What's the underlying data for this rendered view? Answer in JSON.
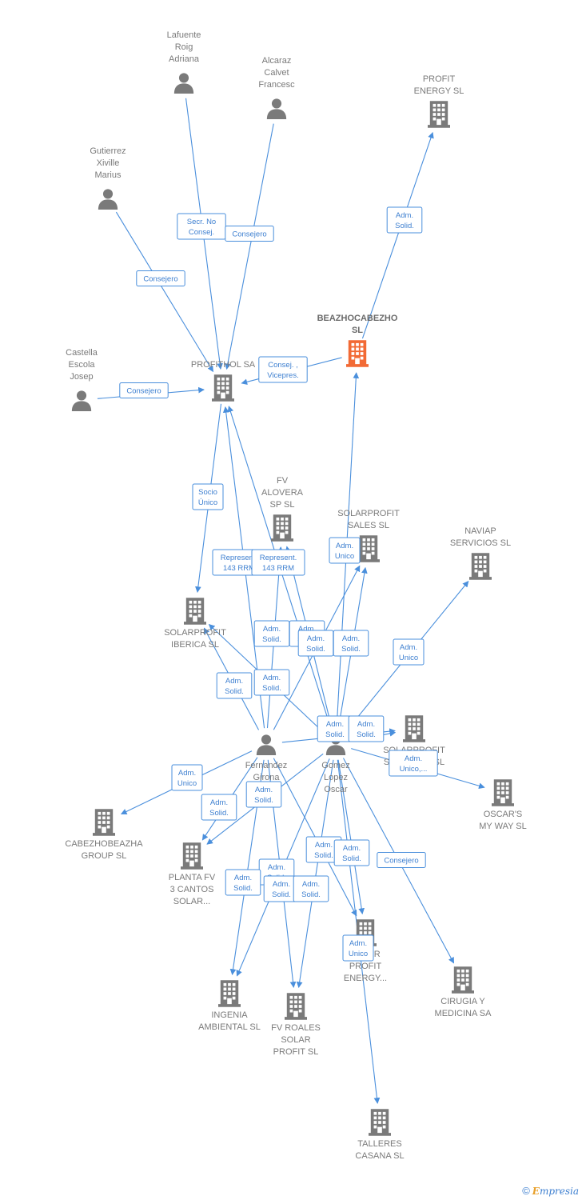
{
  "colors": {
    "edge": "#4a8fdc",
    "node": "#7a7a7a",
    "focus": "#f26a35",
    "label": "#3d7fd0"
  },
  "nodes": [
    {
      "id": "lafuente",
      "kind": "person",
      "lines": [
        "Lafuente",
        "Roig",
        "Adriana"
      ]
    },
    {
      "id": "alcaraz",
      "kind": "person",
      "lines": [
        "Alcaraz",
        "Calvet",
        "Francesc"
      ]
    },
    {
      "id": "gutierrez",
      "kind": "person",
      "lines": [
        "Gutierrez",
        "Xiville",
        "Marius"
      ]
    },
    {
      "id": "castella",
      "kind": "person",
      "lines": [
        "Castella",
        "Escola",
        "Josep"
      ]
    },
    {
      "id": "fernandez",
      "kind": "person",
      "lines": [
        "Fernandez",
        "Girona"
      ]
    },
    {
      "id": "gomez",
      "kind": "person",
      "lines": [
        "Gomez",
        "Lopez",
        "Oscar"
      ]
    },
    {
      "id": "profit_energy",
      "kind": "company",
      "lines": [
        "PROFIT",
        "ENERGY  SL"
      ]
    },
    {
      "id": "beaz",
      "kind": "focus",
      "lines": [
        "BEAZHOCABEZHO",
        "SL"
      ]
    },
    {
      "id": "profithol",
      "kind": "company",
      "lines": [
        "PROFITHOL SA"
      ]
    },
    {
      "id": "fv_alovera",
      "kind": "company",
      "lines": [
        "FV",
        "ALOVERA",
        "SP  SL"
      ]
    },
    {
      "id": "solarprofit_sales",
      "kind": "company",
      "lines": [
        "SOLARPROFIT",
        "SALES  SL"
      ]
    },
    {
      "id": "naviap",
      "kind": "company",
      "lines": [
        "NAVIAP",
        "SERVICIOS  SL"
      ]
    },
    {
      "id": "solarprofit_iberica",
      "kind": "company",
      "lines": [
        "SOLARPROFIT",
        "IBERICA  SL"
      ]
    },
    {
      "id": "solarprofit_servicios",
      "kind": "company",
      "lines": [
        "SOLARPROFIT",
        "SERVICIOS  SL"
      ]
    },
    {
      "id": "oscars",
      "kind": "company",
      "lines": [
        "OSCAR'S",
        "MY WAY  SL"
      ]
    },
    {
      "id": "cabezhobeazha",
      "kind": "company",
      "lines": [
        "CABEZHOBEAZHA",
        "GROUP  SL"
      ]
    },
    {
      "id": "planta_fv",
      "kind": "company",
      "lines": [
        "PLANTA FV",
        "3 CANTOS",
        "SOLAR..."
      ]
    },
    {
      "id": "solar_profit_energy",
      "kind": "company",
      "lines": [
        "SOLAR",
        "PROFIT",
        "ENERGY..."
      ]
    },
    {
      "id": "cirugia",
      "kind": "company",
      "lines": [
        "CIRUGIA Y",
        "MEDICINA SA"
      ]
    },
    {
      "id": "ingenia",
      "kind": "company",
      "lines": [
        "INGENIA",
        "AMBIENTAL SL"
      ]
    },
    {
      "id": "fv_roales",
      "kind": "company",
      "lines": [
        "FV ROALES",
        "SOLAR",
        "PROFIT  SL"
      ]
    },
    {
      "id": "talleres",
      "kind": "company",
      "lines": [
        "TALLERES",
        "CASANA  SL"
      ]
    }
  ],
  "edges": [
    {
      "from": "lafuente",
      "to": "profithol",
      "label": [
        "Secr.  No",
        "Consej."
      ]
    },
    {
      "from": "alcaraz",
      "to": "profithol",
      "label": [
        "Consejero"
      ]
    },
    {
      "from": "gutierrez",
      "to": "profithol",
      "label": [
        "Consejero"
      ]
    },
    {
      "from": "castella",
      "to": "profithol",
      "label": [
        "Consejero"
      ]
    },
    {
      "from": "beaz",
      "to": "profit_energy",
      "label": [
        "Adm.",
        "Solid."
      ]
    },
    {
      "from": "beaz",
      "to": "profithol",
      "label": [
        "Consej. ,",
        "Vicepres."
      ]
    },
    {
      "from": "profithol",
      "to": "solarprofit_iberica",
      "label": [
        "Socio",
        "Único"
      ]
    },
    {
      "from": "fernandez",
      "to": "profithol",
      "label": [
        "Represent.",
        "143 RRM"
      ]
    },
    {
      "from": "gomez",
      "to": "profithol",
      "label": [
        "Represent.",
        "143 RRM"
      ]
    },
    {
      "from": "fernandez",
      "to": "fv_alovera",
      "label": [
        "Adm.",
        "Solid."
      ]
    },
    {
      "from": "gomez",
      "to": "fv_alovera",
      "label": [
        "Adm.",
        "Solid."
      ]
    },
    {
      "from": "gomez",
      "to": "beaz",
      "label": [
        "Adm.",
        "Unico"
      ]
    },
    {
      "from": "fernandez",
      "to": "solarprofit_sales",
      "label": [
        "Adm.",
        "Solid."
      ]
    },
    {
      "from": "gomez",
      "to": "solarprofit_sales",
      "label": [
        "Adm.",
        "Solid."
      ]
    },
    {
      "from": "gomez",
      "to": "naviap",
      "label": [
        "Adm.",
        "Unico"
      ]
    },
    {
      "from": "fernandez",
      "to": "solarprofit_iberica",
      "label": [
        "Adm.",
        "Solid."
      ]
    },
    {
      "from": "gomez",
      "to": "solarprofit_iberica",
      "label": [
        "Adm.",
        "Solid."
      ]
    },
    {
      "from": "fernandez",
      "to": "solarprofit_servicios",
      "label": [
        "Adm.",
        "Solid."
      ]
    },
    {
      "from": "gomez",
      "to": "solarprofit_servicios",
      "label": [
        "Adm.",
        "Solid."
      ]
    },
    {
      "from": "gomez",
      "to": "oscars",
      "label": [
        "Adm.",
        "Unico,..."
      ]
    },
    {
      "from": "fernandez",
      "to": "cabezhobeazha",
      "label": [
        "Adm.",
        "Unico"
      ]
    },
    {
      "from": "fernandez",
      "to": "planta_fv",
      "label": [
        "Adm.",
        "Solid."
      ]
    },
    {
      "from": "gomez",
      "to": "planta_fv",
      "label": [
        "Adm.",
        "Solid."
      ]
    },
    {
      "from": "fernandez",
      "to": "solar_profit_energy",
      "label": [
        "Adm.",
        "Solid."
      ]
    },
    {
      "from": "gomez",
      "to": "solar_profit_energy",
      "label": [
        "Adm.",
        "Solid."
      ]
    },
    {
      "from": "gomez",
      "to": "cirugia",
      "label": [
        "Consejero"
      ]
    },
    {
      "from": "fernandez",
      "to": "ingenia",
      "label": [
        "Adm.",
        "Solid."
      ]
    },
    {
      "from": "gomez",
      "to": "ingenia",
      "label": [
        "Adm.",
        "Solid."
      ]
    },
    {
      "from": "fernandez",
      "to": "fv_roales",
      "label": [
        "Adm.",
        "Solid."
      ]
    },
    {
      "from": "gomez",
      "to": "fv_roales",
      "label": [
        "Adm.",
        "Solid."
      ]
    },
    {
      "from": "gomez",
      "to": "talleres",
      "label": [
        "Adm.",
        "Unico"
      ]
    }
  ],
  "footer": {
    "copyright": "©",
    "brand_initial": "E",
    "brand_rest": "mpresia"
  }
}
